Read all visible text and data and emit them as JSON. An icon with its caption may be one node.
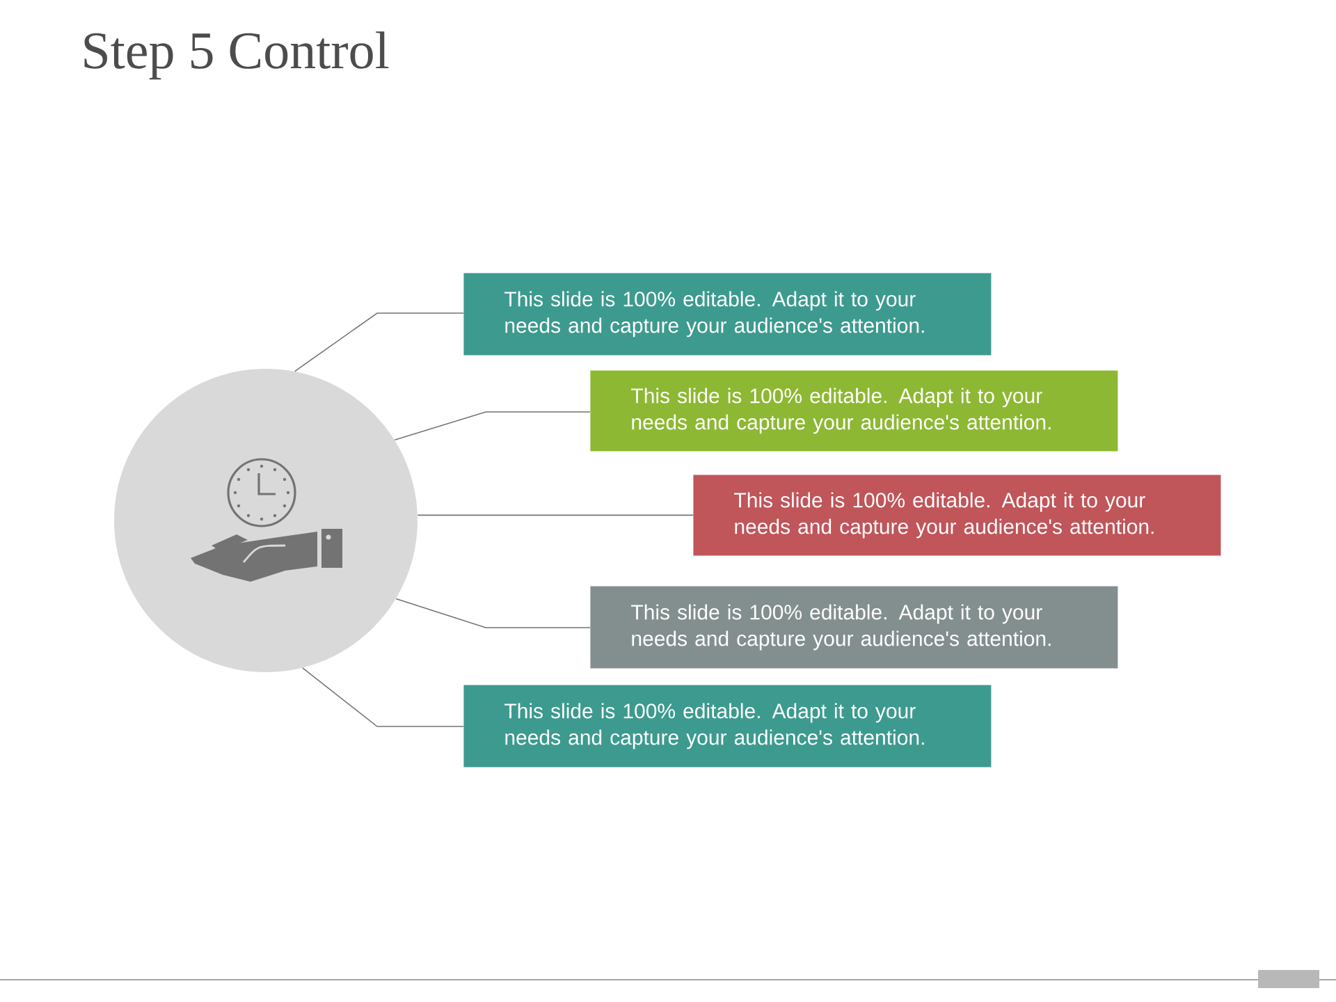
{
  "diagram": {
    "title": "Step 5 Control",
    "nodes": [
      {
        "text": [],
        "shape": "circle"
      },
      {
        "text": [
          "This slide is 100% editable. Adapt it to your needs and capture your audience's attention."
        ]
      },
      {
        "text": [
          "This slide is 100% editable. Adapt it to your needs and capture your audience's attention."
        ]
      },
      {
        "text": [
          "This slide is 100% editable. Adapt it to your needs and capture your audience's attention."
        ]
      },
      {
        "text": [
          "This slide is 100% editable. Adapt it to your needs and capture your audience's attention."
        ]
      },
      {
        "text": [
          "This slide is 100% editable. Adapt it to your needs and capture your audience's attention."
        ]
      }
    ],
    "edges": [
      {
        "from": 0,
        "to": 1,
        "arrow": "none"
      },
      {
        "from": 0,
        "to": 2,
        "arrow": "none"
      },
      {
        "from": 0,
        "to": 3,
        "arrow": "none"
      },
      {
        "from": 0,
        "to": 4,
        "arrow": "none"
      },
      {
        "from": 0,
        "to": 5,
        "arrow": "none"
      }
    ]
  }
}
